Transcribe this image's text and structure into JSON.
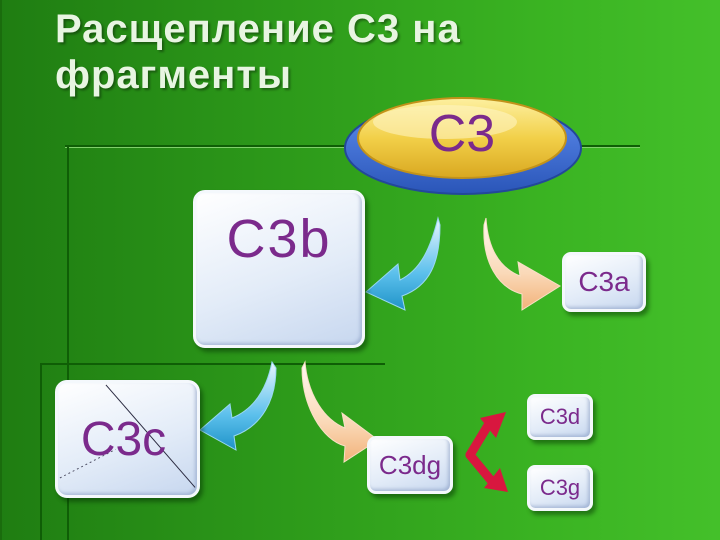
{
  "title": {
    "line1": "Расщепление  С3 на",
    "line2": "фрагменты"
  },
  "nodes": {
    "c3": "C3",
    "c3b": "C3b",
    "c3a": "C3a",
    "c3c": "C3c",
    "c3dg": "C3dg",
    "c3d": "C3d",
    "c3g": "C3g"
  },
  "colors": {
    "background": "#2d9a1a",
    "text": "#7b2a8c",
    "arrow_left": "#2aa8d8",
    "arrow_right": "#f6c49a",
    "split_arrow": "#d8173f",
    "c3_top": "#f2d049",
    "c3_base": "#3c6fd6"
  }
}
